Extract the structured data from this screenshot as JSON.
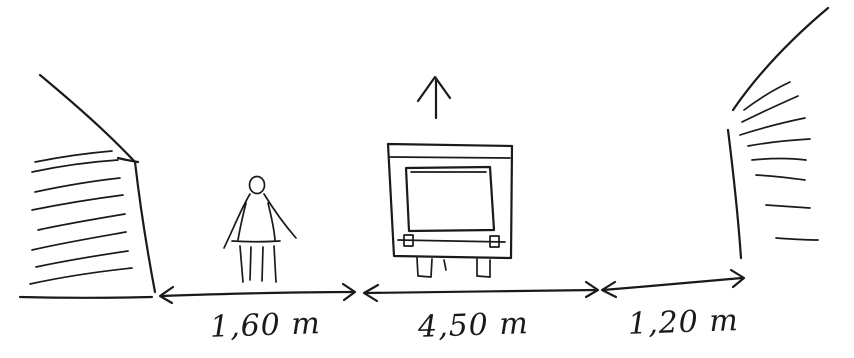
{
  "labels": {
    "left_width": "1,60 m",
    "center_width": "4,50 m",
    "right_width": "1,20 m"
  },
  "colors": {
    "ink": "#1a1a1a",
    "background": "#ffffff"
  },
  "icons": {
    "direction": "up-arrow-icon"
  }
}
